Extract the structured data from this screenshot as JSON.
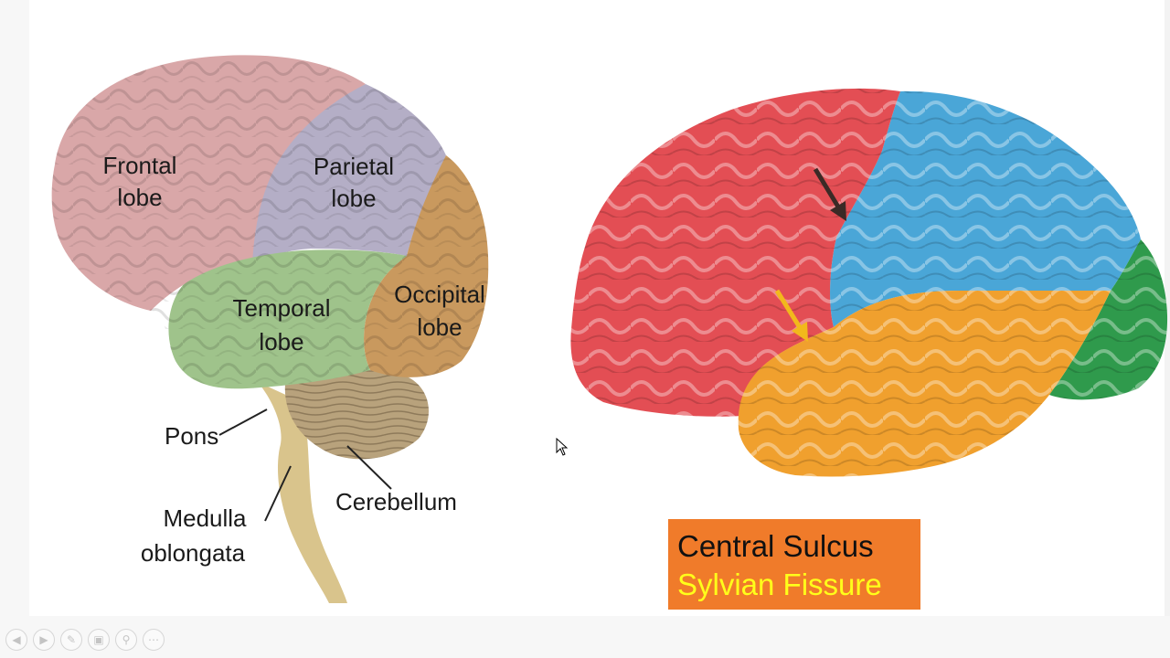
{
  "left_diagram": {
    "labels": {
      "frontal_1": "Frontal",
      "frontal_2": "lobe",
      "parietal_1": "Parietal",
      "parietal_2": "lobe",
      "temporal_1": "Temporal",
      "temporal_2": "lobe",
      "occipital_1": "Occipital",
      "occipital_2": "lobe",
      "pons": "Pons",
      "medulla_1": "Medulla",
      "medulla_2": "oblongata",
      "cerebellum": "Cerebellum"
    },
    "colors": {
      "frontal": "#d9a7a8",
      "parietal": "#b4aec6",
      "occipital": "#c9995e",
      "temporal": "#9fc38b",
      "cerebellum": "#b8a27c",
      "brainstem": "#d9c48c"
    }
  },
  "right_diagram": {
    "colors": {
      "frontal": "#e34e54",
      "parietal": "#4aa6d7",
      "temporal": "#f0a02e",
      "occipital": "#2f9a4c",
      "central_arrow": "#3b2a26",
      "sylvian_arrow": "#f2b81c"
    }
  },
  "legend": {
    "central_sulcus": "Central Sulcus",
    "sylvian_fissure": "Sylvian Fissure",
    "background": "#f07b2a",
    "central_color": "#111111",
    "sylvian_color": "#ffff1a"
  },
  "toolbar": {
    "icons": [
      "previous-icon",
      "next-icon",
      "pen-icon",
      "slides-icon",
      "zoom-icon",
      "more-icon"
    ]
  }
}
